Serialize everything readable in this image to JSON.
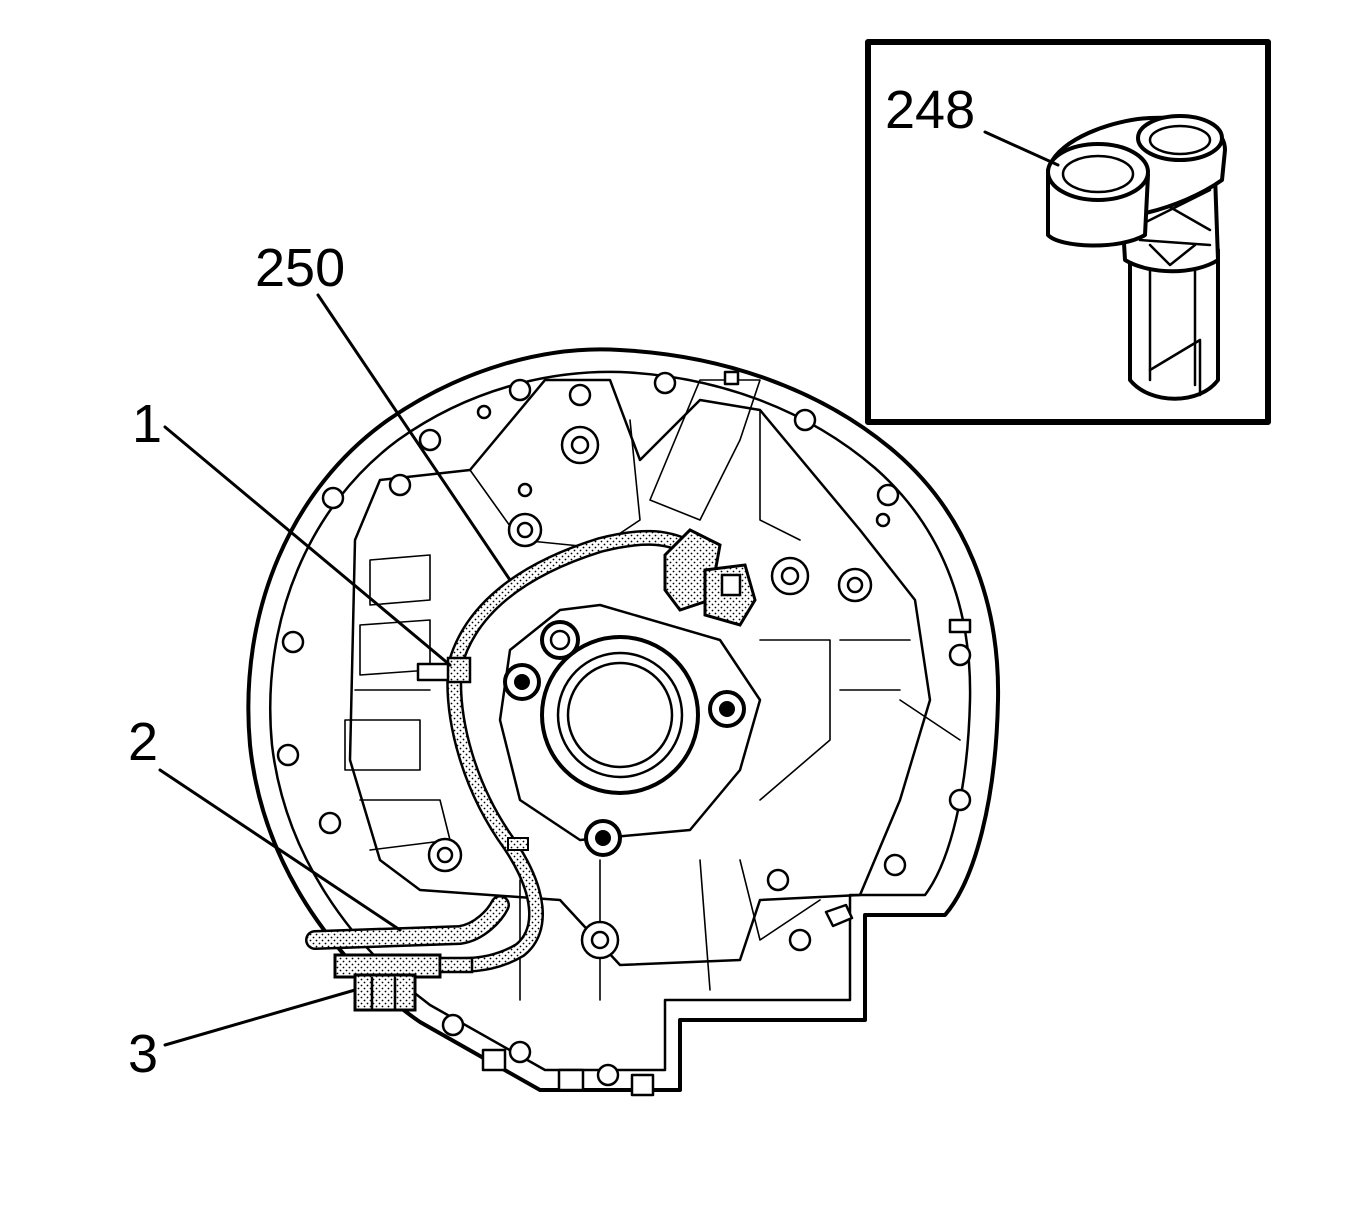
{
  "diagram": {
    "callouts": [
      {
        "id": "c248",
        "label": "248"
      },
      {
        "id": "c250",
        "label": "250"
      },
      {
        "id": "c1",
        "label": "1"
      },
      {
        "id": "c2",
        "label": "2"
      },
      {
        "id": "c3",
        "label": "3"
      }
    ]
  },
  "colors": {
    "ink": "#000000",
    "paper": "#ffffff",
    "harness_fill": "#d9d9d9"
  }
}
